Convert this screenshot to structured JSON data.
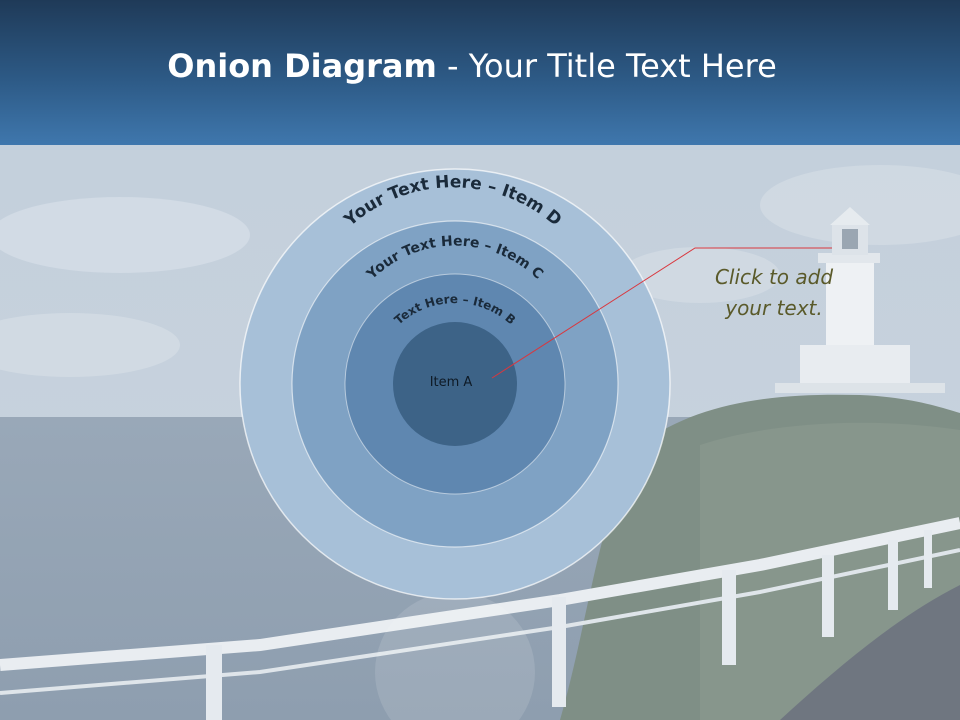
{
  "title": {
    "bold": "Onion Diagram",
    "rest": " - Your Title Text Here"
  },
  "diagram": {
    "layers": [
      {
        "label": "Your Text Here – Item D",
        "color": "#a7c0d8"
      },
      {
        "label": "Your Text Here – Item C",
        "color": "#7fa2c4"
      },
      {
        "label": "Text Here – Item B",
        "color": "#5f87b0"
      },
      {
        "label": "Item A",
        "color": "#3d6387"
      }
    ],
    "callout_color": "#d9373e"
  },
  "callout": {
    "line1": "Click  to add",
    "line2": "your text."
  },
  "colors": {
    "header_top": "#1f3a58",
    "header_bottom": "#3f77ad",
    "text_dark": "#1a2a3a",
    "callout_text": "#5a5a2a"
  }
}
